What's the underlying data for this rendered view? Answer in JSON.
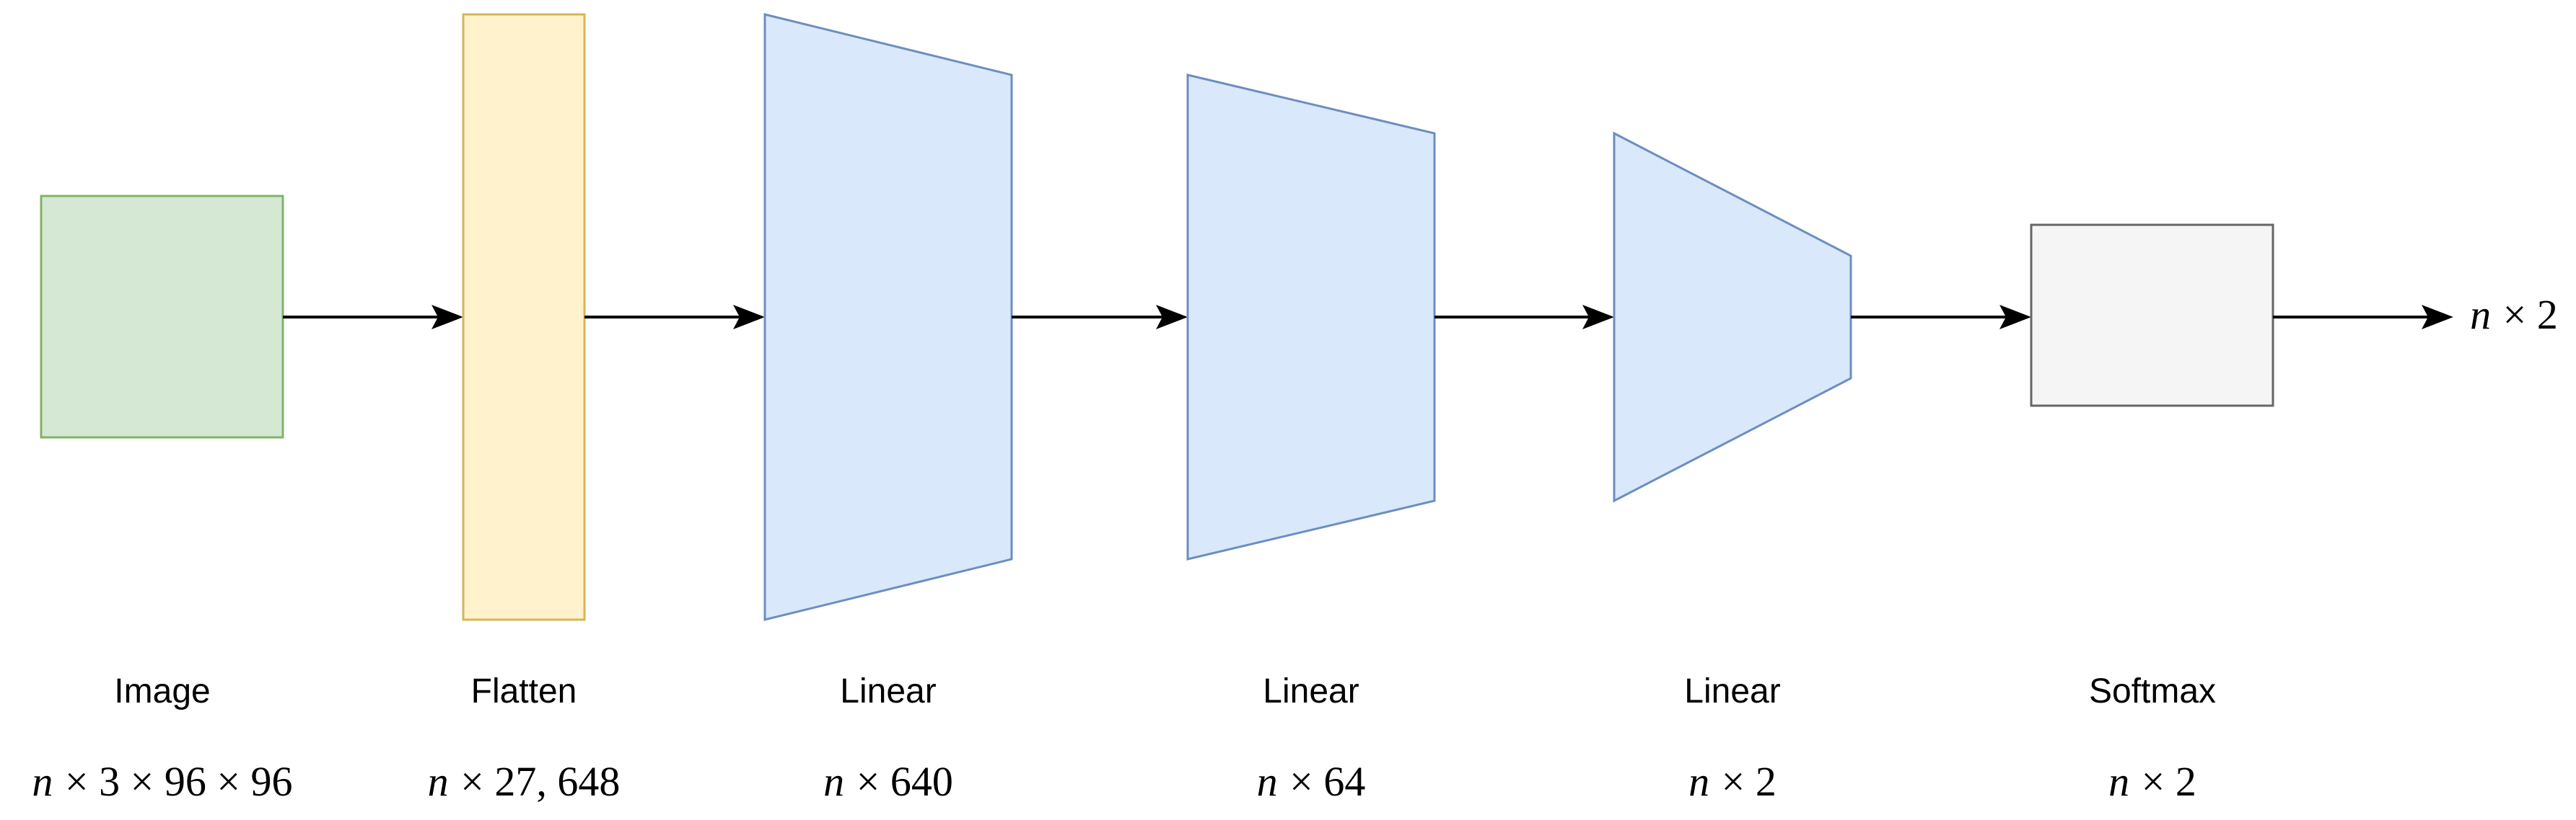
{
  "diagram": {
    "description": "Neural network architecture flow diagram",
    "output_label": "n × 2",
    "layers": [
      {
        "name": "Image",
        "dims": "n × 3 × 96 × 96",
        "shape": "square",
        "fill": "#d5e8d4",
        "stroke": "#82b366"
      },
      {
        "name": "Flatten",
        "dims": "n × 27, 648",
        "shape": "tall-bar",
        "fill": "#fff2cc",
        "stroke": "#d6b656"
      },
      {
        "name": "Linear",
        "dims": "n × 640",
        "shape": "trapezoid",
        "fill": "#dae8fc",
        "stroke": "#6c8ebf"
      },
      {
        "name": "Linear",
        "dims": "n × 64",
        "shape": "trapezoid",
        "fill": "#dae8fc",
        "stroke": "#6c8ebf"
      },
      {
        "name": "Linear",
        "dims": "n × 2",
        "shape": "trapezoid",
        "fill": "#dae8fc",
        "stroke": "#6c8ebf"
      },
      {
        "name": "Softmax",
        "dims": "n × 2",
        "shape": "rectangle",
        "fill": "#f5f5f5",
        "stroke": "#666666"
      }
    ],
    "colors": {
      "arrow": "#000000",
      "text": "#000000",
      "background": "#ffffff"
    }
  }
}
